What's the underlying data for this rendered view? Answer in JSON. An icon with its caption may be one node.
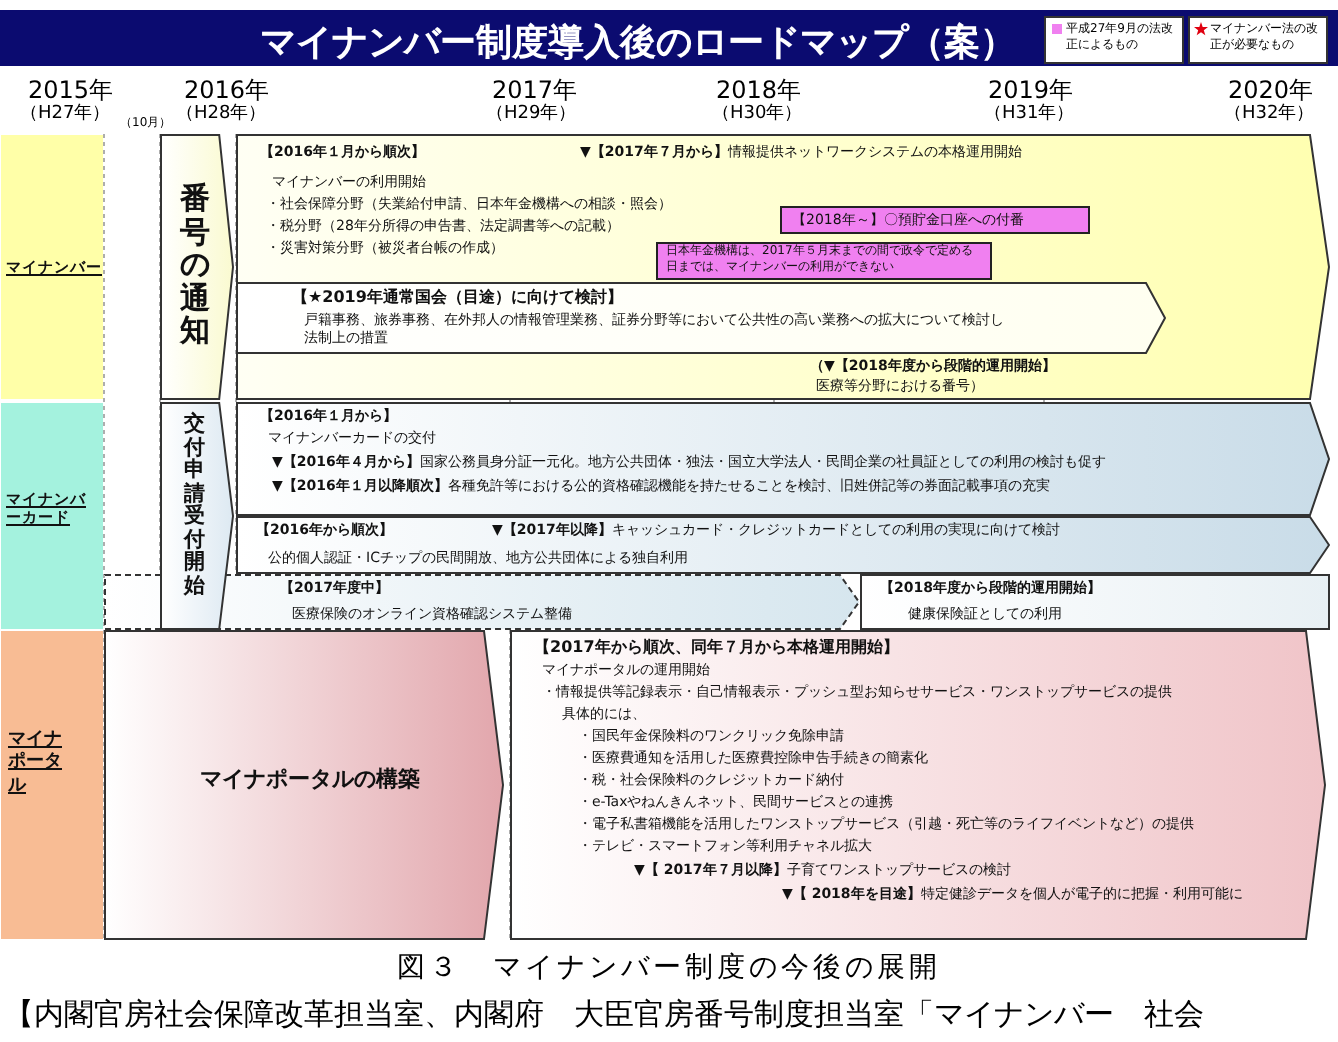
{
  "diagram": {
    "title": "マイナンバー制度導入後のロードマップ（案）",
    "caption": "図３　マイナンバー制度の今後の展開",
    "nodes": [
      {
        "text": [
          "マイナンバー"
        ]
      },
      {
        "text": [
          "番号の通知"
        ]
      },
      {
        "text": [
          "【2016年１月から順次】",
          "**▼【2017年７月から】**情報提供ネットワークシステムの本格運用開始",
          "マイナンバーの利用開始",
          "・社会保障分野（失業給付申請、日本年金機構への相談・照会）",
          "・税分野（28年分所得の申告書、法定調書等への記載）",
          "・災害対策分野（被災者台帳の作成）",
          "（▼【2018年度から段階的運用開始】",
          "医療等分野における番号）"
        ]
      },
      {
        "text": [
          "【2018年～】〇預貯金口座への付番"
        ],
        "in": 2
      },
      {
        "text": [
          "日本年金機構は、2017年５月末までの間で政令で定める日までは、マイナンバーの利用ができない"
        ],
        "in": 2
      },
      {
        "text": [
          "【★2019年通常国会（目途）に向けて検討】",
          "戸籍事務、旅券事務、在外邦人の情報管理業務、証券分野等において公共性の高い業務への拡大について検討し法制上の措置"
        ],
        "in": 2
      },
      {
        "text": [
          "マイナンバーカード"
        ]
      },
      {
        "text": [
          "交付申請受付開始"
        ]
      },
      {
        "text": [
          "【2016年１月から】",
          "マイナンバーカードの交付",
          "**▼【2016年４月から】**国家公務員身分証一元化。地方公共団体・独法・国立大学法人・民間企業の社員証としての利用の検討も促す",
          "**▼【2016年１月以降順次】**各種免許等における公的資格確認機能を持たせることを検討、旧姓併記等の券面記載事項の充実"
        ]
      },
      {
        "text": [
          "【2016年から順次】",
          "**▼【2017年以降】**キャッシュカード・クレジットカードとしての利用の実現に向けて検討",
          "公的個人認証・ICチップの民間開放、地方公共団体による独自利用"
        ]
      },
      {
        "text": [
          "【2017年度中】",
          "医療保険のオンライン資格確認システム整備"
        ]
      },
      {
        "text": [
          "【2018年度から段階的運用開始】",
          "健康保険証としての利用"
        ]
      },
      {
        "text": [
          "マイナポータル"
        ]
      },
      {
        "text": [
          "マイナポータルの構築"
        ]
      },
      {
        "text": [
          "【2017年から順次、同年７月から本格運用開始】",
          "マイナポータルの運用開始",
          "・情報提供等記録表示・自己情報表示・プッシュ型お知らせサービス・ワンストップサービスの提供",
          "具体的には、",
          "・国民年金保険料のワンクリック免除申請",
          "・医療費通知を活用した医療費控除申告手続きの簡素化",
          "・税・社会保険料のクレジットカード納付",
          "・e-Taxやねんきんネット、民間サービスとの連携",
          "・電子私書箱機能を活用したワンストップサービス（引越・死亡等のライフイベントなど）の提供",
          "・テレビ・スマートフォン等利用チャネル拡大",
          "**▼【 2017年７月以降】**子育てワンストップサービスの検討",
          "**▼【 2018年を目途】**特定健診データを個人が電子的に把握・利用可能に"
        ]
      }
    ],
    "labels": [
      "2015年",
      "（H27年）",
      "（10月）",
      "2016年",
      "（H28年）",
      "2017年",
      "（H29年）",
      "2018年",
      "（H30年）",
      "2019年",
      "（H31年）",
      "2020年",
      "（H32年）",
      "【内閣官房社会保障改革担当室、内閣府　大臣官房番号制度担当室「マイナンバー　社会"
    ],
    "legend": [
      {
        "text": "平成27年9月の法改正によるもの",
        "color": "#f080f0"
      },
      {
        "text": "マイナンバー法の改正が必要なもの"
      }
    ]
  }
}
